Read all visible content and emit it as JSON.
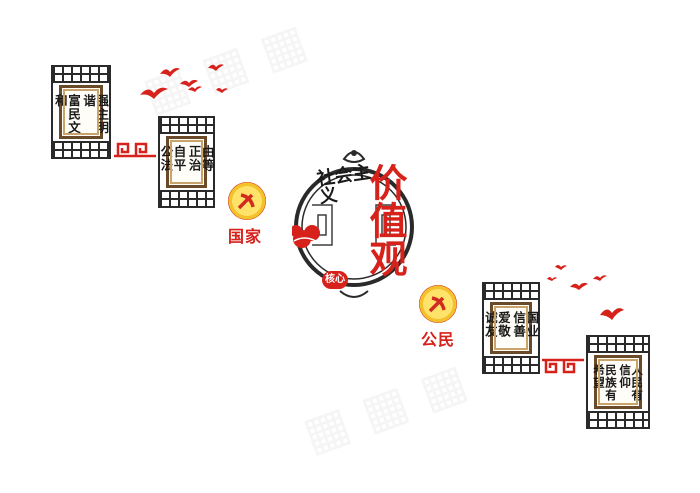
{
  "panels": {
    "p1": {
      "col1": "富民文和",
      "col2": "强主明谐"
    },
    "p2": {
      "col1": "自平公法",
      "col2": "由等正治"
    },
    "p3": {
      "col1": "爱敬诚友",
      "col2": "国业信善"
    },
    "p4": {
      "col1": "民族有希望",
      "col2": "人民有信仰"
    }
  },
  "labels": {
    "country": "国家",
    "citizen": "公民"
  },
  "center": {
    "top_text": "社会主义",
    "main_text": "价值观",
    "seal_text": "核心"
  },
  "colors": {
    "accent": "#d7211b",
    "frame": "#2a2a2a",
    "plaque_border": "#6b4a2a",
    "gold": "#f3c12a"
  }
}
